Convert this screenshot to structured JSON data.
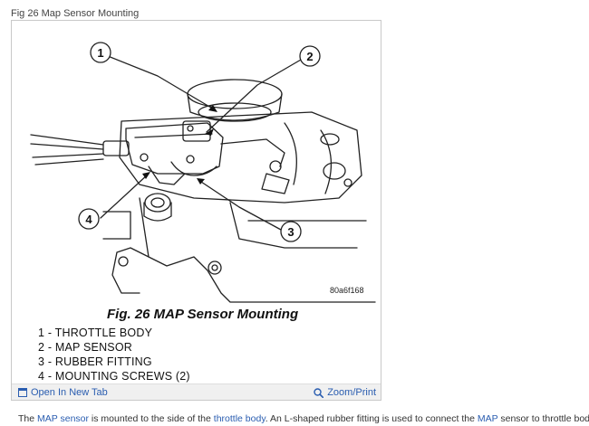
{
  "caption": "Fig 26 Map Sensor Mounting",
  "figure": {
    "callouts": [
      "1",
      "2",
      "3",
      "4"
    ],
    "title": "Fig. 26 MAP Sensor Mounting",
    "image_id": "80a6f168",
    "legend": [
      "1 - THROTTLE BODY",
      "2 - MAP SENSOR",
      "3 - RUBBER FITTING",
      "4 - MOUNTING SCREWS (2)"
    ]
  },
  "toolbar": {
    "open_new_tab": "Open In New Tab",
    "zoom_print": "Zoom/Print"
  },
  "paragraph": {
    "t1": "The ",
    "link1": "MAP sensor",
    "t2": " is mounted to the side of the ",
    "link2": "throttle body",
    "t3": ". An L-shaped rubber fitting is used to connect the ",
    "link3": "MAP",
    "t4": " sensor to throttle body."
  },
  "colors": {
    "link": "#2a5db0"
  }
}
